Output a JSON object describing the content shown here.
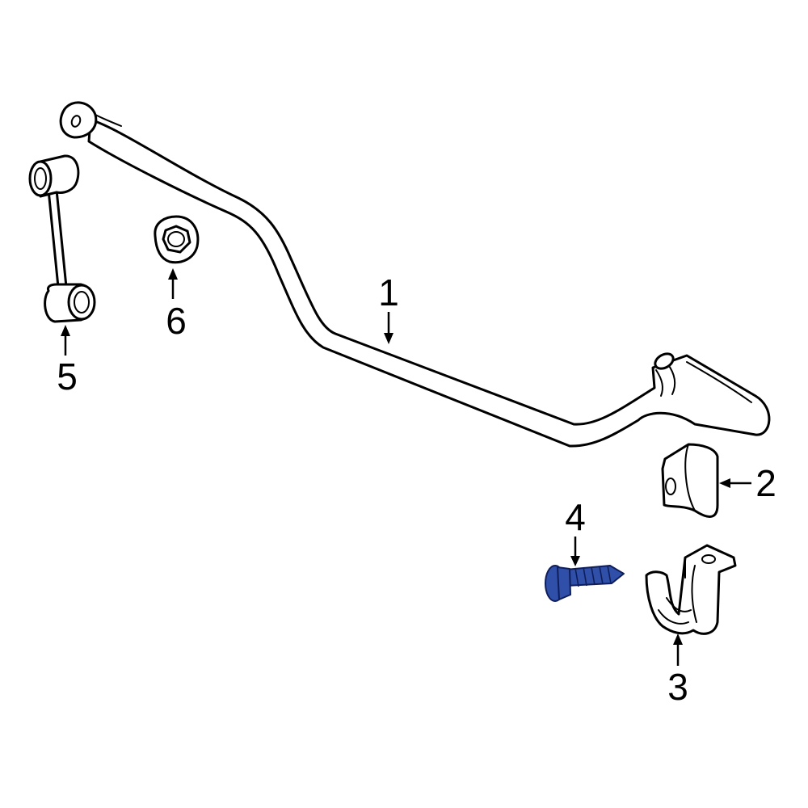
{
  "colors": {
    "line": "#000000",
    "background": "#ffffff",
    "highlight": "#2f4fa8",
    "highlight_stroke": "#0f1e5a"
  },
  "callouts": [
    {
      "number": "1",
      "part": "stabilizer-bar"
    },
    {
      "number": "2",
      "part": "bushing"
    },
    {
      "number": "3",
      "part": "bracket"
    },
    {
      "number": "4",
      "part": "bolt",
      "highlighted": true
    },
    {
      "number": "5",
      "part": "stabilizer-link"
    },
    {
      "number": "6",
      "part": "nut"
    }
  ]
}
